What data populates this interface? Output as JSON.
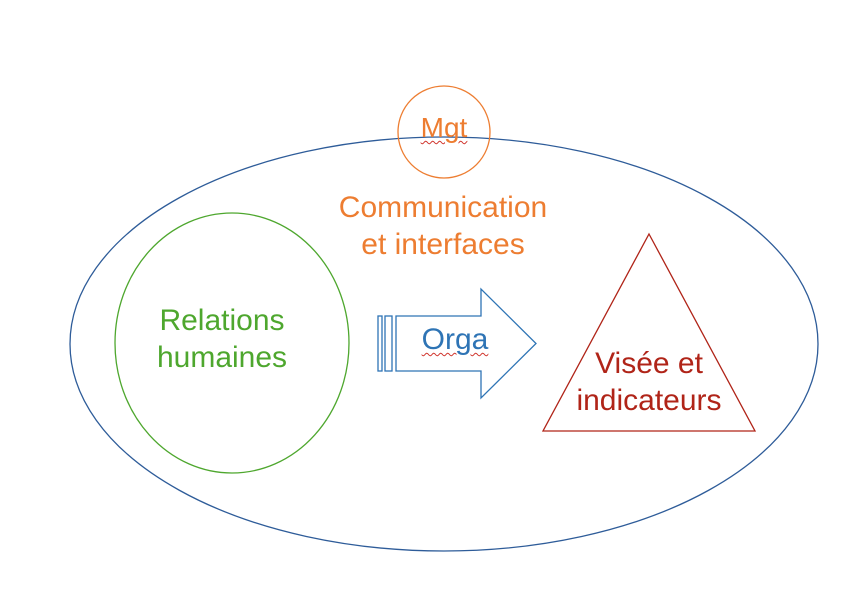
{
  "colors": {
    "outer": "#2e5c99",
    "mgt": "#ed7d31",
    "relations": "#4ea72e",
    "orga": "#2e74b5",
    "visee": "#b02418",
    "spellcheck": "#d0342c"
  },
  "labels": {
    "mgt": "Mgt",
    "communication_line1": "Communication",
    "communication_line2": "et interfaces",
    "relations_line1": "Relations",
    "relations_line2": "humaines",
    "orga": "Orga",
    "visee_line1": "Visée et",
    "visee_line2": "indicateurs"
  }
}
